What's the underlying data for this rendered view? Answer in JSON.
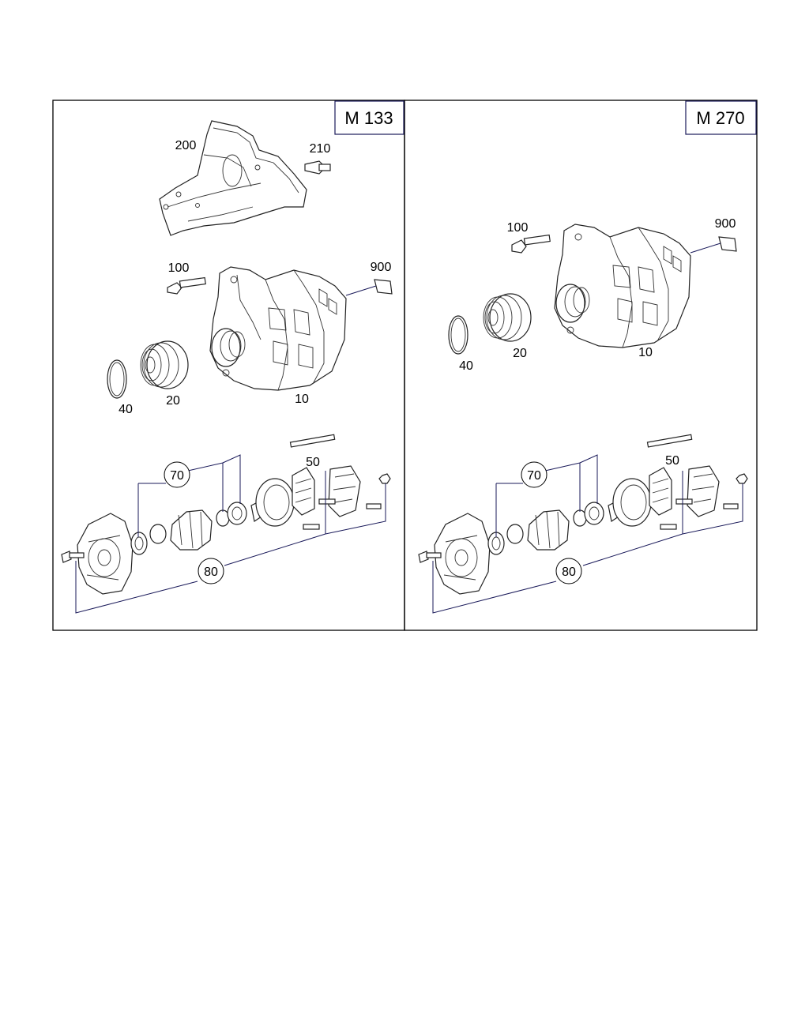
{
  "panels": [
    {
      "engine": "M 133",
      "labels": {
        "p200": "200",
        "p210": "210",
        "p100": "100",
        "p900": "900",
        "p40": "40",
        "p20": "20",
        "p10": "10",
        "p50": "50",
        "p70": "70",
        "p80": "80"
      }
    },
    {
      "engine": "M 270",
      "labels": {
        "p100": "100",
        "p900": "900",
        "p40": "40",
        "p20": "20",
        "p10": "10",
        "p50": "50",
        "p70": "70",
        "p80": "80"
      }
    }
  ],
  "colors": {
    "line": "#222222",
    "leader": "#1a1a5a",
    "frame": "#000000"
  }
}
